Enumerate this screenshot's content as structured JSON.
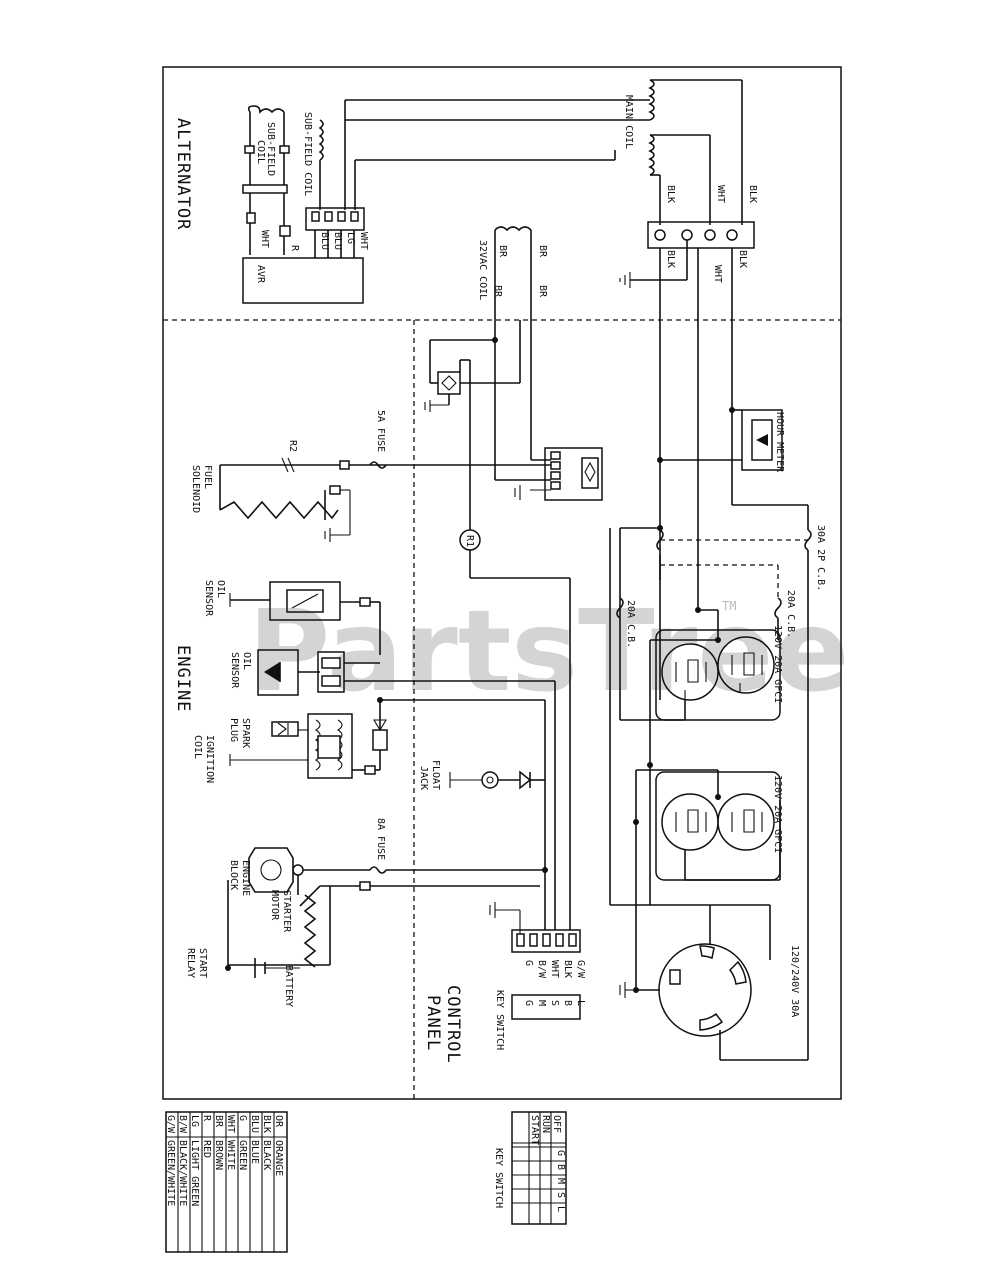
{
  "watermark": "PartsTree",
  "watermark_tm": "TM",
  "sections": {
    "alternator": "ALTERNATOR",
    "engine": "ENGINE",
    "control_panel_1": "CONTROL",
    "control_panel_2": "PANEL"
  },
  "components": {
    "main_coil": "MAIN COIL",
    "sub_field_coil_a": "SUB-FIELD",
    "sub_field_coil_b": "COIL",
    "sub_field_coil2": "SUB-FIELD COIL",
    "avr": "AVR",
    "vac_coil": "32VAC COIL",
    "fuse_5a": "5A FUSE",
    "fuse_8a": "8A FUSE",
    "r1": "R1",
    "r2": "R2",
    "fuel_solenoid_1": "FUEL",
    "fuel_solenoid_2": "SOLENOID",
    "oil_sensor_1_a": "OIL",
    "oil_sensor_1_b": "SENSOR",
    "oil_sensor_2_a": "OIL",
    "oil_sensor_2_b": "SENSOR",
    "spark_plug_a": "SPARK",
    "spark_plug_b": "PLUG",
    "ignition_coil_a": "IGNITION",
    "ignition_coil_b": "COIL",
    "float_jack_a": "FLOAT",
    "float_jack_b": "JACK",
    "starter_motor_a": "STARTER",
    "starter_motor_b": "MOTOR",
    "engine_block_a": "ENGINE",
    "engine_block_b": "BLOCK",
    "start_relay_a": "START",
    "start_relay_b": "RELAY",
    "battery": "BATTERY",
    "key_switch": "KEY SWITCH",
    "hour_meter": "HOUR METER",
    "cb_30a": "30A 2P C.B.",
    "cb_20a_1": "20A C.B.",
    "cb_20a_2": "20A C.B.",
    "gfci_1": "120V 20A GFCI",
    "gfci_2": "120V 20A GFCI",
    "twistlock": "120/240V 30A"
  },
  "wire_labels": {
    "blk": "BLK",
    "wht": "WHT",
    "blu": "BLU",
    "lg": "LG",
    "br": "BR",
    "r": "R",
    "g": "G",
    "bw": "B/W",
    "gw": "G/W"
  },
  "key_switch_terminals": [
    "G",
    "M",
    "S",
    "B",
    "L"
  ],
  "key_switch_table": {
    "title": "KEY SWITCH",
    "headers": [
      "",
      "G",
      "B",
      "M",
      "S",
      "L"
    ],
    "rows": [
      "OFF",
      "RUN",
      "START"
    ]
  },
  "color_legend": [
    {
      "code": "OR",
      "name": "ORANGE"
    },
    {
      "code": "BLK",
      "name": "BLACK"
    },
    {
      "code": "BLU",
      "name": "BLUE"
    },
    {
      "code": "G",
      "name": "GREEN"
    },
    {
      "code": "WHT",
      "name": "WHITE"
    },
    {
      "code": "BR",
      "name": "BROWN"
    },
    {
      "code": "R",
      "name": "RED"
    },
    {
      "code": "LG",
      "name": "LIGHT GREEN"
    },
    {
      "code": "B/W",
      "name": "BLACK/WHITE"
    },
    {
      "code": "G/W",
      "name": "GREEN/WHITE"
    }
  ]
}
